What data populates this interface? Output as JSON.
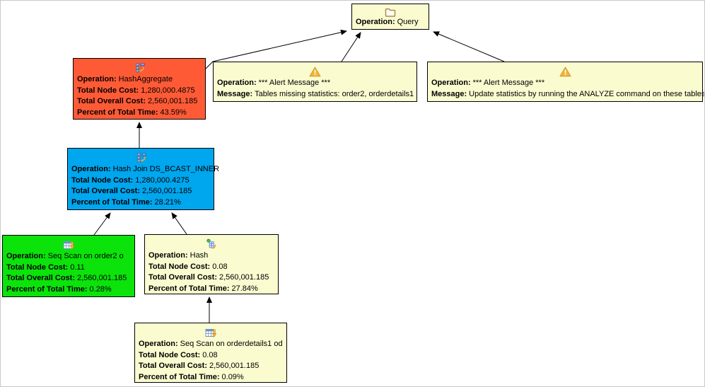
{
  "colors": {
    "canvas_background": "#ffffff",
    "canvas_border": "#c9c9c9",
    "node_default_background": "#fbfbd0",
    "node_critical_background": "#fe5a36",
    "node_high_cost_background": "#00a6ee",
    "node_low_cost_background": "#0be30b",
    "node_border": "#000000",
    "edge_color": "#000000",
    "warning_icon_color": "#f2b53c",
    "folder_icon_color": "#a98c55"
  },
  "nodes": {
    "query": {
      "icon": "folder-icon",
      "operation_label": "Operation:",
      "operation": "Query"
    },
    "hash_aggregate": {
      "icon": "hash-join-icon",
      "operation_label": "Operation:",
      "operation": "HashAggregate",
      "node_cost_label": "Total Node Cost:",
      "node_cost": "1,280,000.4875",
      "overall_cost_label": "Total Overall Cost:",
      "overall_cost": "2,560,001.185",
      "percent_label": "Percent of Total Time:",
      "percent": "43.59%"
    },
    "alert_missing_stats": {
      "icon": "warning-icon",
      "operation_label": "Operation:",
      "operation": "*** Alert Message ***",
      "message_label": "Message:",
      "message": "Tables missing statistics: order2, orderdetails1"
    },
    "alert_analyze": {
      "icon": "warning-icon",
      "operation_label": "Operation:",
      "operation": "*** Alert Message ***",
      "message_label": "Message:",
      "message": "Update statistics by running the ANALYZE command on these tables"
    },
    "hash_join": {
      "icon": "hash-join-icon",
      "operation_label": "Operation:",
      "operation": "Hash Join DS_BCAST_INNER",
      "node_cost_label": "Total Node Cost:",
      "node_cost": "1,280,000.4275",
      "overall_cost_label": "Total Overall Cost:",
      "overall_cost": "2,560,001.185",
      "percent_label": "Percent of Total Time:",
      "percent": "28.21%"
    },
    "seq_scan_order2": {
      "icon": "table-scan-icon",
      "operation_label": "Operation:",
      "operation": "Seq Scan on order2 o",
      "node_cost_label": "Total Node Cost:",
      "node_cost": "0.11",
      "overall_cost_label": "Total Overall Cost:",
      "overall_cost": "2,560,001.185",
      "percent_label": "Percent of Total Time:",
      "percent": "0.28%"
    },
    "hash": {
      "icon": "hash-icon",
      "operation_label": "Operation:",
      "operation": "Hash",
      "node_cost_label": "Total Node Cost:",
      "node_cost": "0.08",
      "overall_cost_label": "Total Overall Cost:",
      "overall_cost": "2,560,001.185",
      "percent_label": "Percent of Total Time:",
      "percent": "27.84%"
    },
    "seq_scan_orderdetails1": {
      "icon": "table-scan-icon",
      "operation_label": "Operation:",
      "operation": "Seq Scan on orderdetails1 od",
      "node_cost_label": "Total Node Cost:",
      "node_cost": "0.08",
      "overall_cost_label": "Total Overall Cost:",
      "overall_cost": "2,560,001.185",
      "percent_label": "Percent of Total Time:",
      "percent": "0.09%"
    }
  }
}
